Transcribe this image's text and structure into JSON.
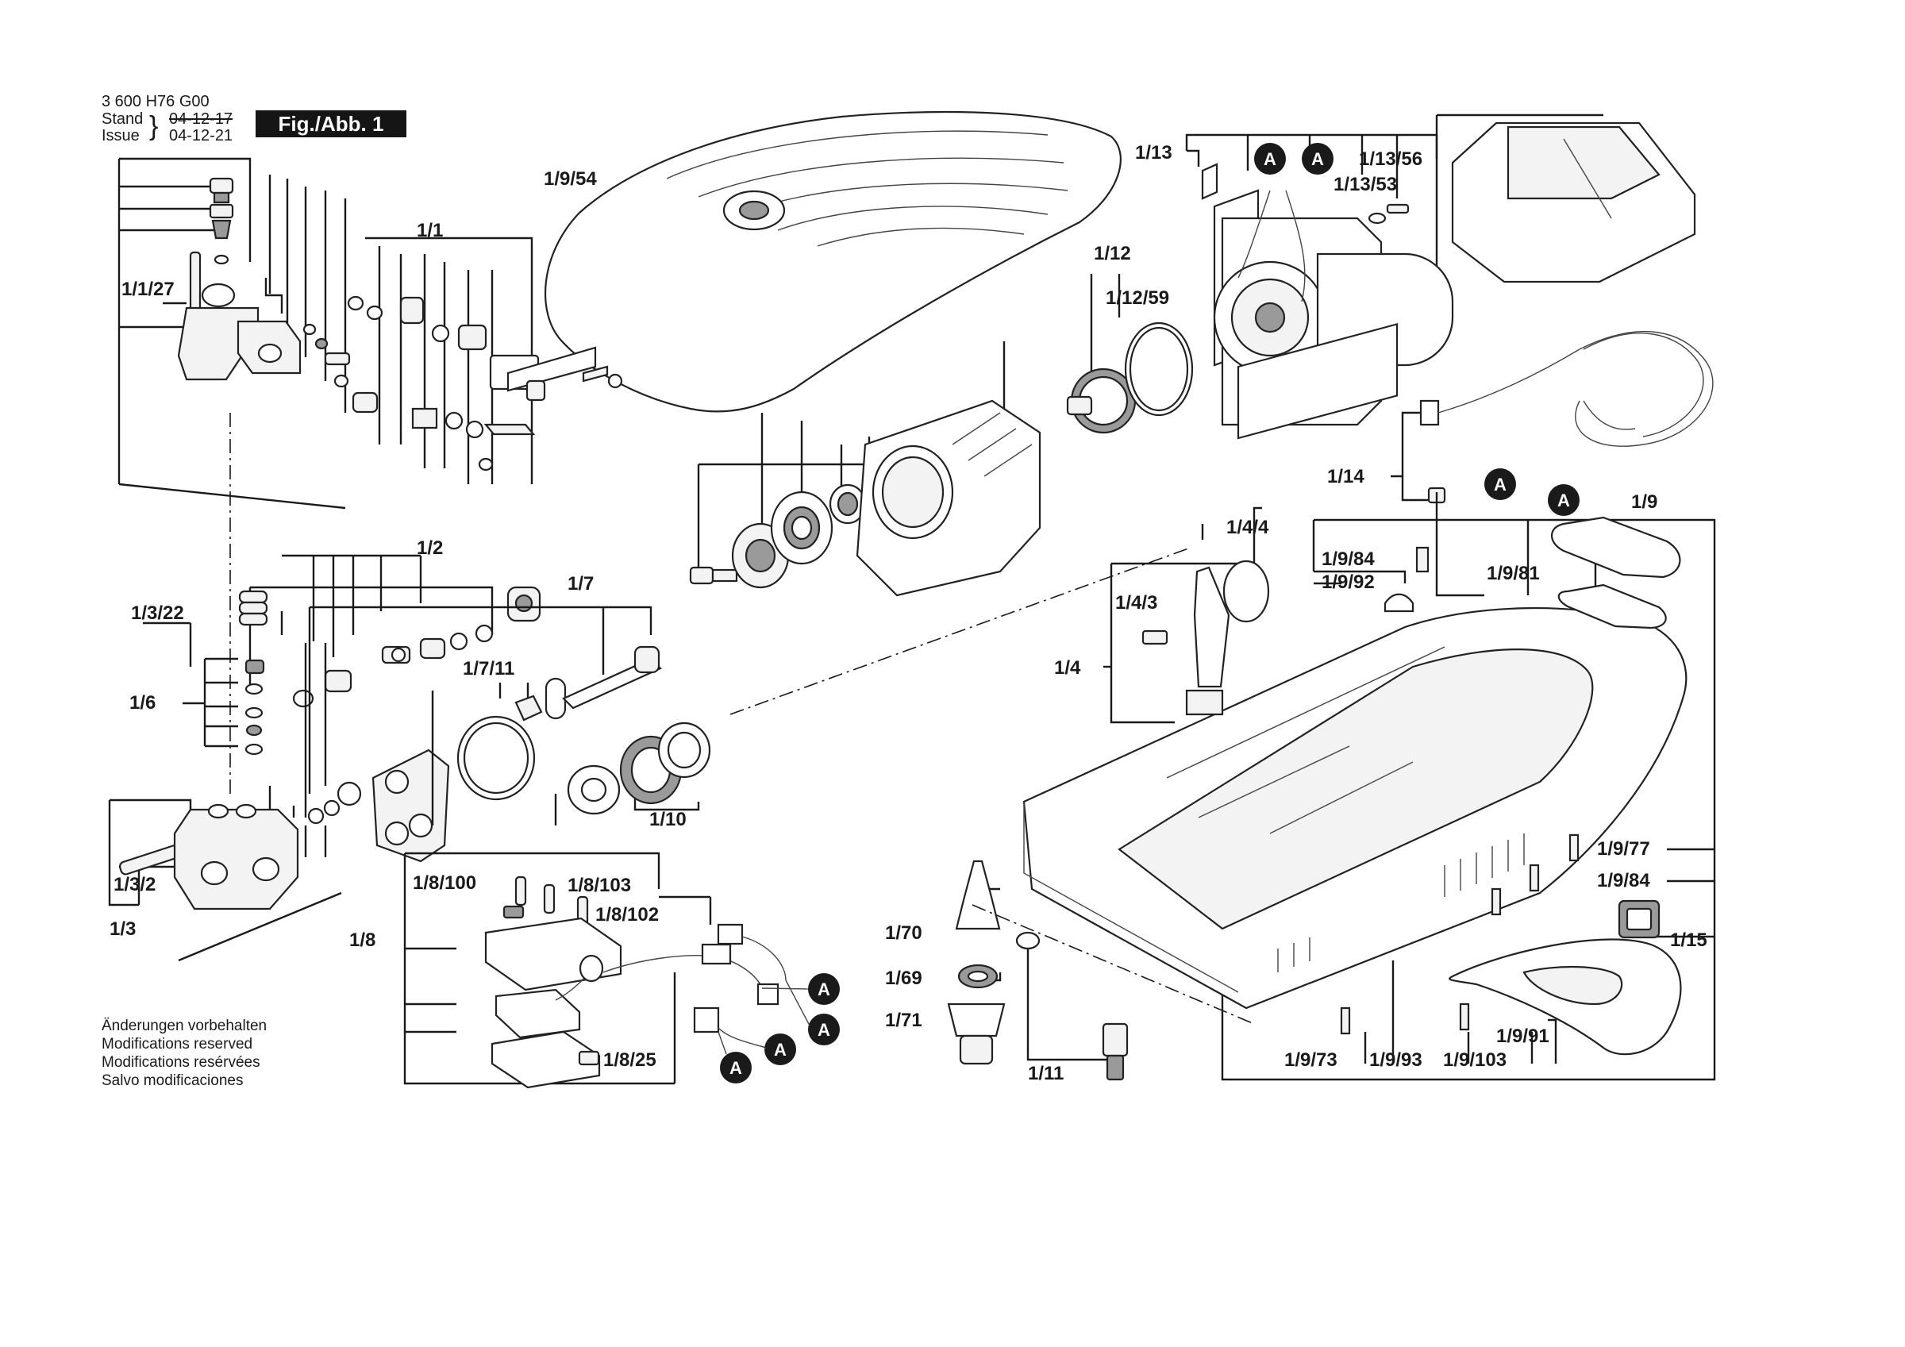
{
  "header": {
    "doc_number": "3 600 H76 G00",
    "stand_label": "Stand",
    "issue_label": "Issue",
    "old_date": "04-12-17",
    "new_date": "04-12-21",
    "figure_label": "Fig./Abb. 1"
  },
  "notes": [
    "Änderungen vorbehalten",
    "Modifications reserved",
    "Modifications resérvées",
    "Salvo modificaciones"
  ],
  "callouts": {
    "c1_9_54": "1/9/54",
    "c1_1": "1/1",
    "c1_1_27": "1/1/27",
    "c1_2": "1/2",
    "c1_3_22": "1/3/22",
    "c1_6": "1/6",
    "c1_3_2": "1/3/2",
    "c1_3": "1/3",
    "c1_7": "1/7",
    "c1_7_11": "1/7/11",
    "c1_10": "1/10",
    "c1_8": "1/8",
    "c1_8_100": "1/8/100",
    "c1_8_103": "1/8/103",
    "c1_8_102": "1/8/102",
    "c1_8_25": "1/8/25",
    "c1_12": "1/12",
    "c1_12_59": "1/12/59",
    "c1_13": "1/13",
    "c1_13_56": "1/13/56",
    "c1_13_53": "1/13/53",
    "c1_14": "1/14",
    "c1_9": "1/9",
    "c1_9_84a": "1/9/84",
    "c1_9_92": "1/9/92",
    "c1_9_81": "1/9/81",
    "c1_4_4": "1/4/4",
    "c1_4_3": "1/4/3",
    "c1_4": "1/4",
    "c1_9_77": "1/9/77",
    "c1_9_84b": "1/9/84",
    "c1_15": "1/15",
    "c1_9_73": "1/9/73",
    "c1_9_93": "1/9/93",
    "c1_9_103": "1/9/103",
    "c1_9_91": "1/9/91",
    "c1_70": "1/70",
    "c1_69": "1/69",
    "c1_71": "1/71",
    "c1_11": "1/11"
  },
  "connector_marker": "A"
}
